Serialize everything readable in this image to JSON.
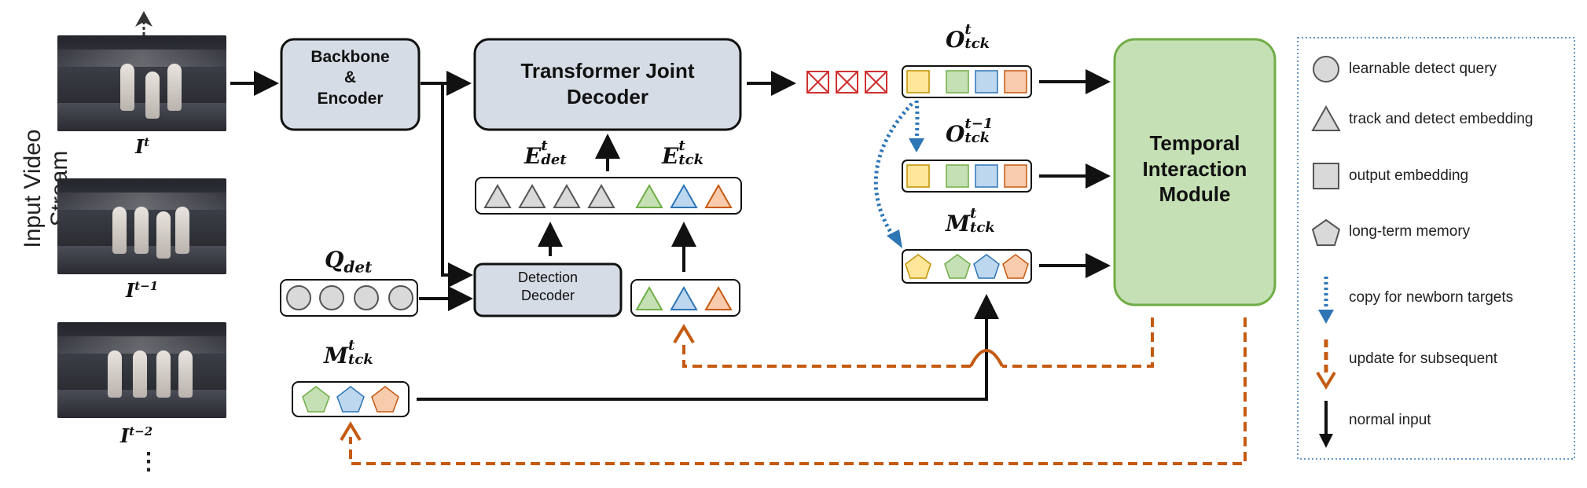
{
  "side_label": "Input Video Stream",
  "frames": [
    {
      "label_base": "I",
      "label_sup": "t"
    },
    {
      "label_base": "I",
      "label_sup": "t−1"
    },
    {
      "label_base": "I",
      "label_sup": "t−2"
    }
  ],
  "frame_ellipsis": "⋮",
  "blocks": {
    "backbone": [
      "Backbone",
      "&",
      "Encoder"
    ],
    "transformer": [
      "Transformer Joint",
      "Decoder"
    ],
    "detection": [
      "Detection",
      "Decoder"
    ],
    "temporal": [
      "Temporal",
      "Interaction",
      "Module"
    ]
  },
  "math_labels": {
    "q_det": {
      "base": "Q",
      "sub": "det",
      "sup": ""
    },
    "e_det": {
      "base": "E",
      "sub": "det",
      "sup": "t"
    },
    "e_tck": {
      "base": "E",
      "sub": "tck",
      "sup": "t"
    },
    "o_tck": {
      "base": "O",
      "sub": "tck",
      "sup": "t"
    },
    "o_tck_prev": {
      "base": "O",
      "sub": "tck",
      "sup": "t−1"
    },
    "m_tck_right": {
      "base": "M",
      "sub": "tck",
      "sup": "t"
    },
    "m_tck_left": {
      "base": "M",
      "sub": "tck",
      "sup": "t"
    }
  },
  "legend": {
    "items": [
      {
        "icon": "circle-icon",
        "text": "learnable detect query"
      },
      {
        "icon": "triangle-icon",
        "text": "track and detect embedding"
      },
      {
        "icon": "square-icon",
        "text": "output embedding"
      },
      {
        "icon": "pentagon-icon",
        "text": "long-term memory"
      },
      {
        "icon": "blue-dotted-arrow-icon",
        "text": "copy for newborn targets"
      },
      {
        "icon": "orange-dashed-arrow-icon",
        "text": "update for subsequent"
      },
      {
        "icon": "black-arrow-icon",
        "text": "normal input"
      }
    ]
  },
  "colors": {
    "block_fill": "#d6dce5",
    "temporal_fill": "#c5e0b4",
    "temporal_border": "#70ad47",
    "yellow": "#ffe699",
    "green": "#c5e0b4",
    "blue": "#bdd7ee",
    "orange": "#f8cbad",
    "gray": "#d9d9d9",
    "dash_orange": "#c55a11",
    "dot_blue": "#2e75b6"
  }
}
